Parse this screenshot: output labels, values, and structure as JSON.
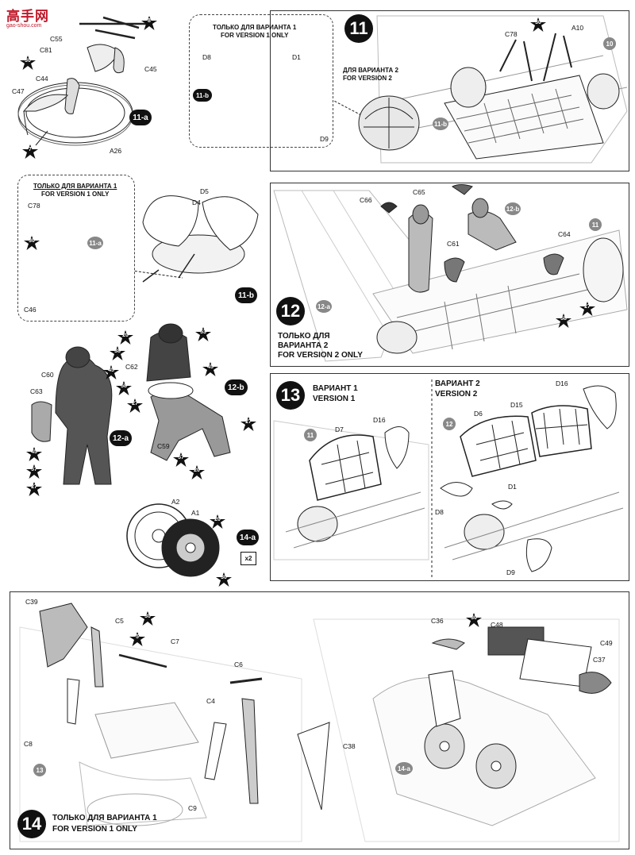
{
  "logo": {
    "text": "高手网",
    "url": "gao-shou.com"
  },
  "step11a": {
    "ref": "11-a",
    "parts": [
      "C55",
      "C81",
      "C44",
      "C45",
      "C47",
      "A26"
    ],
    "stars": [
      "8",
      "30",
      "7"
    ]
  },
  "box11_v1": {
    "line1": "ТОЛЬКО ДЛЯ ВАРИАНТА 1",
    "line2": "FOR VERSION 1 ONLY",
    "parts": [
      "D8",
      "D1",
      "D9"
    ],
    "ref": "11-b"
  },
  "step11": {
    "num": "11",
    "line1": "ДЛЯ ВАРИАНТА 2",
    "line2": "FOR VERSION 2",
    "parts": [
      "C78",
      "A10"
    ],
    "stars": [
      "30"
    ],
    "refs": [
      "10",
      "11-b"
    ]
  },
  "box11b_v1": {
    "line1": "ТОЛЬКО ДЛЯ ВАРИАНТА 1",
    "line2": "FOR VERSION 1 ONLY",
    "parts": [
      "C78",
      "C46"
    ],
    "stars": [
      "30"
    ],
    "ref": "11-a"
  },
  "step11b": {
    "ref": "11-b",
    "parts": [
      "D4",
      "D5"
    ]
  },
  "step12": {
    "num": "12",
    "line1": "ТОЛЬКО ДЛЯ",
    "line2": "ВАРИАНТА 2",
    "line3": "FOR VERSION 2 ONLY",
    "parts": [
      "C66",
      "C65",
      "C61",
      "C64"
    ],
    "stars": [
      "58",
      "27"
    ],
    "refs": [
      "11",
      "12-b",
      "12-a"
    ]
  },
  "figures": {
    "parts": [
      "C60",
      "C62",
      "C63",
      "C59"
    ],
    "stars": [
      "20",
      "53",
      "38",
      "45",
      "58",
      "45",
      "27",
      "45",
      "57",
      "27",
      "27",
      "57",
      "20"
    ],
    "refs": [
      "12-a",
      "12-b"
    ]
  },
  "step13": {
    "num": "13",
    "v1_line1": "ВАРИАНТ 1",
    "v1_line2": "VERSION 1",
    "v2_line1": "ВАРИАНТ 2",
    "v2_line2": "VERSION 2",
    "parts_v1": [
      "D7",
      "D16"
    ],
    "parts_v2": [
      "D6",
      "D15",
      "D16",
      "D1",
      "D8",
      "D9"
    ],
    "refs": [
      "11",
      "12"
    ]
  },
  "step14a": {
    "ref": "14-a",
    "parts": [
      "A2",
      "A1"
    ],
    "stars": [
      "20",
      "30"
    ],
    "multiplier": "x2"
  },
  "step14": {
    "num": "14",
    "line1": "ТОЛЬКО ДЛЯ ВАРИАНТА 1",
    "line2": "FOR VERSION 1 ONLY",
    "parts": [
      "C39",
      "C5",
      "C7",
      "C8",
      "C6",
      "C4",
      "C9",
      "C38",
      "C36",
      "C48",
      "C49",
      "C37"
    ],
    "stars": [
      "30",
      "5",
      "30"
    ],
    "refs": [
      "13",
      "14-a"
    ]
  }
}
